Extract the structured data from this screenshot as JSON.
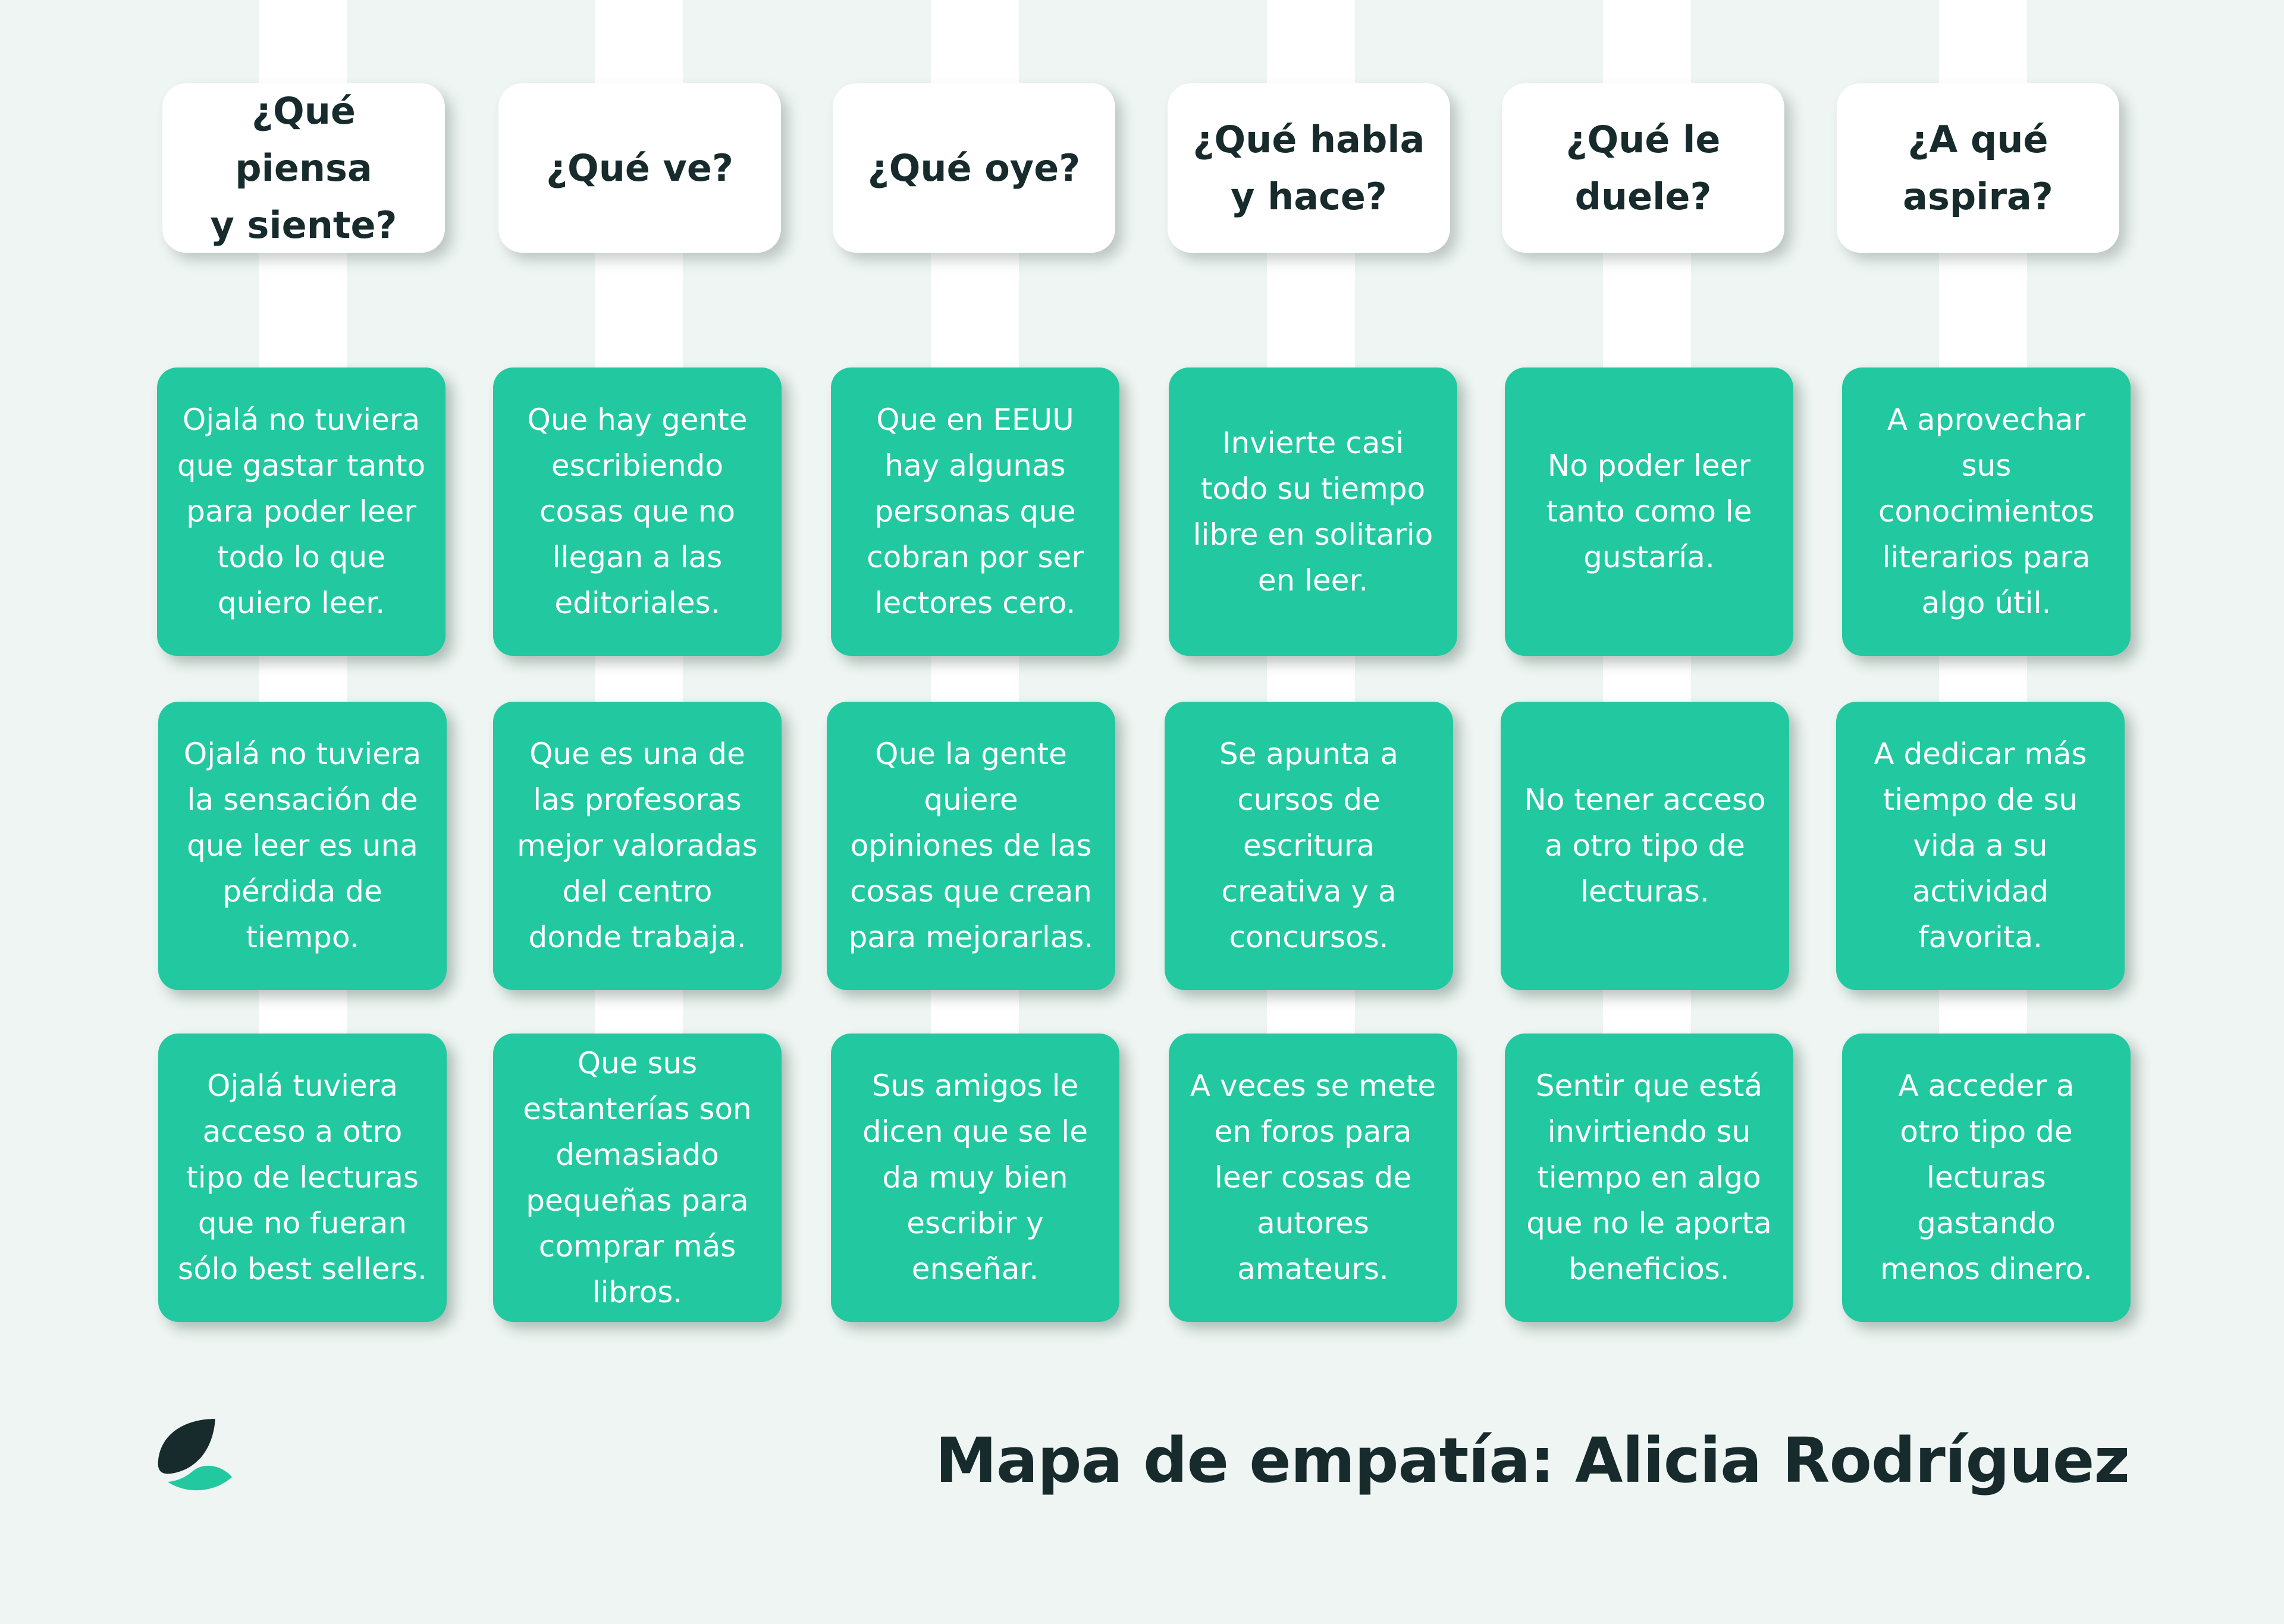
{
  "title": "Mapa de empatía: Alicia Rodríguez",
  "colors": {
    "background": "#eef5f2",
    "note": "#22c9a0",
    "note_text": "#ffffff",
    "header_card": "#ffffff",
    "dark_text": "#172a2c"
  },
  "columns": [
    {
      "header": "¿Qué piensa\ny siente?",
      "notes": [
        "Ojalá no tuviera\nque gastar tanto\npara poder leer\ntodo lo que\nquiero leer.",
        "Ojalá no tuviera\nla sensación de\nque leer es una\npérdida de\ntiempo.",
        "Ojalá tuviera\nacceso a otro\ntipo de lecturas\nque no fueran\nsólo best sellers."
      ]
    },
    {
      "header": "¿Qué ve?",
      "notes": [
        "Que hay gente\nescribiendo\ncosas que no\nllegan a las\neditoriales.",
        "Que es una de\nlas profesoras\nmejor valoradas\ndel centro\ndonde trabaja.",
        "Que sus\nestanterías son\ndemasiado\npequeñas para\ncomprar más\nlibros."
      ]
    },
    {
      "header": "¿Qué oye?",
      "notes": [
        "Que en EEUU\nhay algunas\npersonas que\ncobran por ser\nlectores cero.",
        "Que la gente\nquiere\nopiniones de las\ncosas que crean\npara mejorarlas.",
        "Sus amigos le\ndicen que se le\nda muy bien\nescribir y\nenseñar."
      ]
    },
    {
      "header": "¿Qué habla\ny hace?",
      "notes": [
        "Invierte casi\ntodo su tiempo\nlibre en solitario\nen leer.",
        "Se apunta a\ncursos de\nescritura\ncreativa y a\nconcursos.",
        "A veces se mete\nen foros para\nleer cosas de\nautores\namateurs."
      ]
    },
    {
      "header": "¿Qué le\nduele?",
      "notes": [
        "No poder leer\ntanto como le\ngustaría.",
        "No tener acceso\na otro tipo de\nlecturas.",
        "Sentir que está\ninvirtiendo su\ntiempo en algo\nque no le aporta\nbeneficios."
      ]
    },
    {
      "header": "¿A qué\naspira?",
      "notes": [
        "A aprovechar\nsus\nconocimientos\nliterarios para\nalgo útil.",
        "A dedicar más\ntiempo de su\nvida a su\nactividad\nfavorita.",
        "A acceder a\notro tipo de\nlecturas\ngastando\nmenos dinero."
      ]
    }
  ]
}
